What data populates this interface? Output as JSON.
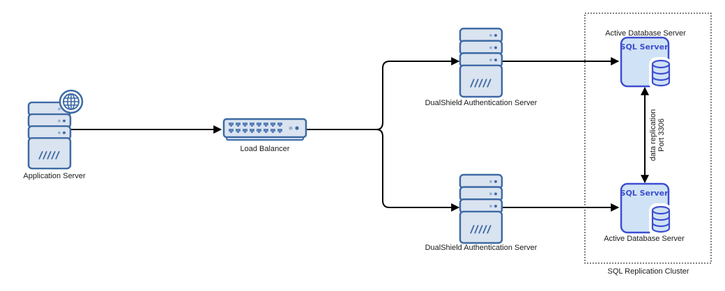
{
  "diagram": {
    "nodes": {
      "app_server": {
        "label": "Application Server",
        "icon": "web-server-icon"
      },
      "load_balancer": {
        "label": "Load Balancer",
        "icon": "switch-icon"
      },
      "auth_server_1": {
        "label": "DualShield Authentication Server",
        "icon": "server-icon"
      },
      "auth_server_2": {
        "label": "DualShield Authentication Server",
        "icon": "server-icon"
      },
      "db_server_1": {
        "label": "Active Database Server",
        "icon": "sql-server-icon",
        "icon_text": "SQL Server"
      },
      "db_server_2": {
        "label": "Active Database Server",
        "icon": "sql-server-icon",
        "icon_text": "SQL Server"
      }
    },
    "group": {
      "label": "SQL Replication Cluster"
    },
    "edges": [
      {
        "from": "app_server",
        "to": "load_balancer",
        "arrow": "end"
      },
      {
        "from": "load_balancer",
        "to": "auth_server_1",
        "arrow": "end"
      },
      {
        "from": "load_balancer",
        "to": "auth_server_2",
        "arrow": "end"
      },
      {
        "from": "auth_server_1",
        "to": "db_server_1",
        "arrow": "end"
      },
      {
        "from": "auth_server_2",
        "to": "db_server_2",
        "arrow": "end"
      },
      {
        "from": "db_server_1",
        "to": "db_server_2",
        "arrow": "both",
        "label_line1": "data replication",
        "label_line2": "Port 3306"
      }
    ],
    "colors": {
      "server_fill": "#dae3f0",
      "server_stroke": "#3d6aa4",
      "sql_fill": "#d0e2f5",
      "sql_stroke": "#3c4ed0",
      "edge": "#000000"
    }
  }
}
